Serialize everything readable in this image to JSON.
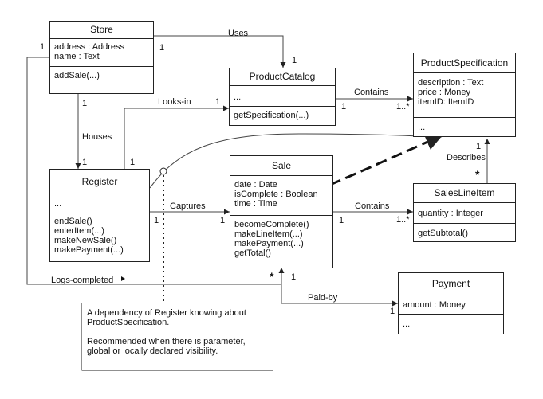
{
  "classes": {
    "store": {
      "name": "Store",
      "attributes": [
        "address : Address",
        "name : Text"
      ],
      "operations": [
        "addSale(...)"
      ]
    },
    "product_catalog": {
      "name": "ProductCatalog",
      "attributes": [
        "..."
      ],
      "operations": [
        "getSpecification(...)"
      ]
    },
    "product_specification": {
      "name": "ProductSpecification",
      "attributes": [
        "description : Text",
        "price : Money",
        "itemID: ItemID"
      ],
      "operations": [
        "..."
      ]
    },
    "register": {
      "name": "Register",
      "attributes": [
        "..."
      ],
      "operations": [
        "endSale()",
        "enterItem(...)",
        "makeNewSale()",
        "makePayment(...)"
      ]
    },
    "sale": {
      "name": "Sale",
      "attributes": [
        "date : Date",
        "isComplete : Boolean",
        "time : Time"
      ],
      "operations": [
        "becomeComplete()",
        "makeLineItem(...)",
        "makePayment(...)",
        "getTotal()"
      ]
    },
    "sales_line_item": {
      "name": "SalesLineItem",
      "attributes": [
        "quantity : Integer"
      ],
      "operations": [
        "getSubtotal()"
      ]
    },
    "payment": {
      "name": "Payment",
      "attributes": [
        "amount : Money"
      ],
      "operations": [
        "..."
      ]
    }
  },
  "associations": {
    "uses": {
      "label": "Uses",
      "mult_store": "1",
      "mult_catalog": "1"
    },
    "contains_catalog": {
      "label": "Contains",
      "mult_catalog": "1",
      "mult_spec": "1..*"
    },
    "looks_in": {
      "label": "Looks-in",
      "mult_register": "1",
      "mult_catalog": "1"
    },
    "houses": {
      "label": "Houses",
      "mult_store": "1",
      "mult_register": "1"
    },
    "captures": {
      "label": "Captures",
      "mult_register": "1",
      "mult_sale": "1"
    },
    "contains_sale": {
      "label": "Contains",
      "mult_sale": "1",
      "mult_line": "1..*"
    },
    "describes": {
      "label": "Describes",
      "mult_spec": "1",
      "mult_line": "*"
    },
    "paid_by": {
      "label": "Paid-by",
      "mult_sale": "1",
      "mult_payment": "1"
    },
    "logs_completed": {
      "label": "Logs-completed",
      "mult_store": "1",
      "mult_sale": "*"
    }
  },
  "note": {
    "line1": "A dependency of Register knowing about",
    "line2": "ProductSpecification.",
    "line3": "Recommended when there is parameter,",
    "line4": "global or locally declared visibility."
  }
}
